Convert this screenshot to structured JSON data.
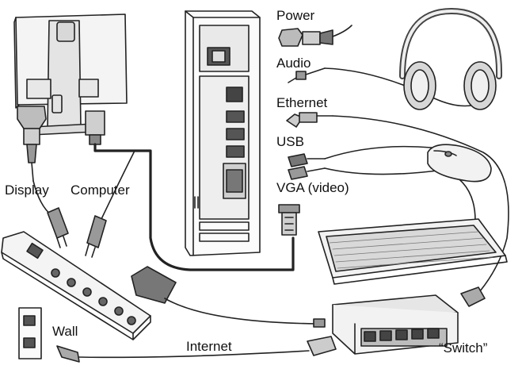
{
  "labels": {
    "power": "Power",
    "audio": "Audio",
    "ethernet": "Ethernet",
    "usb": "USB",
    "vga": "VGA (video)",
    "display": "Display",
    "computer": "Computer",
    "wall": "Wall",
    "internet": "Internet",
    "switch": "“Switch”"
  }
}
